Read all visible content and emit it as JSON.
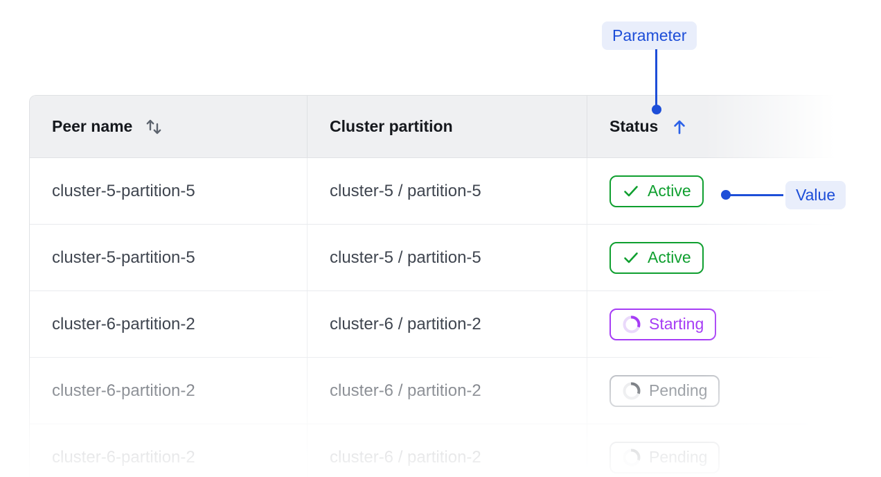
{
  "colors": {
    "blue": "#1d4ed8",
    "arrow-blue": "#2c62e8",
    "pill-bg": "#e9eefb",
    "green": "#0f9f2f",
    "purple": "#a63cf5",
    "pending-text": "#5d646d",
    "pending-border": "#a9adb4",
    "header-bg": "#eff0f2"
  },
  "annotations": {
    "parameter_label": "Parameter",
    "value_label": "Value"
  },
  "table": {
    "columns": [
      {
        "label": "Peer name",
        "sortable": true,
        "sort_direction": "none"
      },
      {
        "label": "Cluster partition",
        "sortable": false,
        "sort_direction": "none"
      },
      {
        "label": "Status",
        "sortable": true,
        "sort_direction": "asc"
      }
    ],
    "rows": [
      {
        "peer_name": "cluster-5-partition-5",
        "cluster_partition": "cluster-5 / partition-5",
        "status": {
          "label": "Active",
          "state": "active"
        }
      },
      {
        "peer_name": "cluster-5-partition-5",
        "cluster_partition": "cluster-5 / partition-5",
        "status": {
          "label": "Active",
          "state": "active"
        }
      },
      {
        "peer_name": "cluster-6-partition-2",
        "cluster_partition": "cluster-6 / partition-2",
        "status": {
          "label": "Starting",
          "state": "starting"
        }
      },
      {
        "peer_name": "cluster-6-partition-2",
        "cluster_partition": "cluster-6 / partition-2",
        "status": {
          "label": "Pending",
          "state": "pending"
        }
      },
      {
        "peer_name": "cluster-6-partition-2",
        "cluster_partition": "cluster-6 / partition-2",
        "status": {
          "label": "Pending",
          "state": "pending"
        }
      }
    ]
  }
}
